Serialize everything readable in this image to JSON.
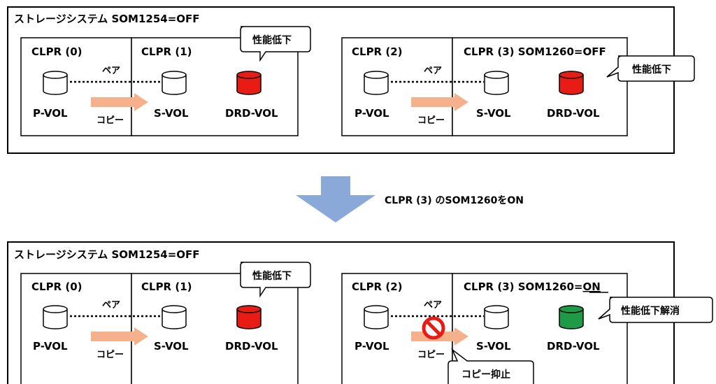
{
  "transition": {
    "label": "CLPR (3) のSOM1260をON",
    "arrow_color": "#8aa9d8"
  },
  "colors": {
    "degraded_volume": "#e81c14",
    "recovered_volume": "#1f9a46",
    "normal_volume": "#ffffff",
    "copy_arrow": "#f4b18c",
    "prohibit": "#e81c14"
  },
  "panels": [
    {
      "id": "before",
      "system_label": "ストレージシステム SOM1254=OFF",
      "clprs": [
        {
          "label": "CLPR (0)",
          "volumes": [
            {
              "label": "P-VOL",
              "state": "normal"
            }
          ]
        },
        {
          "label": "CLPR (1)",
          "volumes": [
            {
              "label": "S-VOL",
              "state": "normal"
            },
            {
              "label": "DRD-VOL",
              "state": "degraded"
            }
          ]
        },
        {
          "label": "CLPR (2)",
          "volumes": [
            {
              "label": "P-VOL",
              "state": "normal"
            }
          ]
        },
        {
          "label": "CLPR (3) SOM1260=OFF",
          "volumes": [
            {
              "label": "S-VOL",
              "state": "normal"
            },
            {
              "label": "DRD-VOL",
              "state": "degraded"
            }
          ]
        }
      ],
      "pair_labels": [
        "ペア",
        "ペア"
      ],
      "copy_labels": [
        "コピー",
        "コピー"
      ],
      "callouts": [
        "性能低下",
        "性能低下"
      ]
    },
    {
      "id": "after",
      "system_label": "ストレージシステム SOM1254=OFF",
      "clprs": [
        {
          "label": "CLPR (0)",
          "volumes": [
            {
              "label": "P-VOL",
              "state": "normal"
            }
          ]
        },
        {
          "label": "CLPR (1)",
          "volumes": [
            {
              "label": "S-VOL",
              "state": "normal"
            },
            {
              "label": "DRD-VOL",
              "state": "degraded"
            }
          ]
        },
        {
          "label": "CLPR (2)",
          "volumes": [
            {
              "label": "P-VOL",
              "state": "normal"
            }
          ]
        },
        {
          "label": "CLPR (3) SOM1260=",
          "label_suffix": "ON",
          "volumes": [
            {
              "label": "S-VOL",
              "state": "normal"
            },
            {
              "label": "DRD-VOL",
              "state": "recovered"
            }
          ]
        }
      ],
      "pair_labels": [
        "ペア",
        "ペア"
      ],
      "copy_labels": [
        "コピー",
        "コピー"
      ],
      "callouts": [
        "性能低下",
        "性能低下解消",
        "コピー抑止"
      ]
    }
  ]
}
